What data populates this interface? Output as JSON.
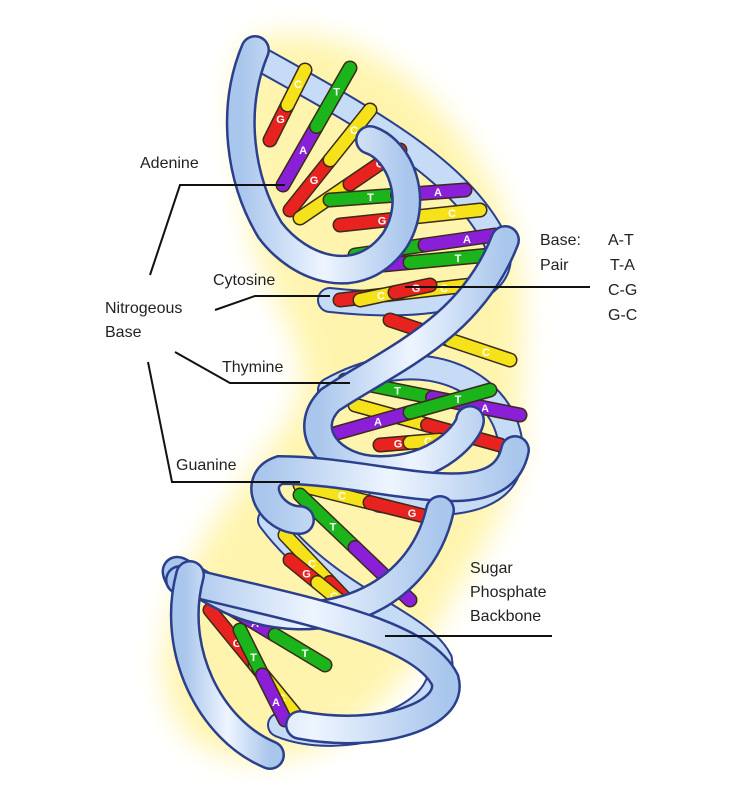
{
  "labels": {
    "adenine": "Adenine",
    "cytosine": "Cytosine",
    "nitrogenous_line1": "Nitrogeous",
    "nitrogenous_line2": "Base",
    "thymine": "Thymine",
    "guanine": "Guanine",
    "base_pair_line1": "Base:",
    "base_pair_line2": "Pair",
    "backbone_line1": "Sugar",
    "backbone_line2": "Phosphate",
    "backbone_line3": "Backbone"
  },
  "base_pairs": [
    "A-T",
    "T-A",
    "C-G",
    "G-C"
  ],
  "base_letters": {
    "adenine": "A",
    "thymine": "T",
    "cytosine": "C",
    "guanine": "G"
  },
  "colors": {
    "adenine": "#8b1fd8",
    "thymine": "#1bb51b",
    "cytosine": "#f5e21a",
    "guanine": "#e8231f",
    "backbone": "#cfe1f7",
    "backbone_outline": "#2b3f8c",
    "glow": "#fff3a0"
  },
  "rungs": [
    [
      "guanine",
      "cytosine"
    ],
    [
      "adenine",
      "thymine"
    ],
    [
      "guanine",
      "cytosine"
    ],
    [
      "cytosine",
      "guanine"
    ],
    [
      "thymine",
      "adenine"
    ],
    [
      "guanine",
      "cytosine"
    ],
    [
      "thymine",
      "adenine"
    ],
    [
      "adenine",
      "thymine"
    ],
    [
      "guanine",
      "cytosine"
    ],
    [
      "cytosine",
      "guanine"
    ],
    [
      "guanine",
      "cytosine"
    ],
    [
      "thymine",
      "adenine"
    ],
    [
      "cytosine",
      "guanine"
    ],
    [
      "guanine",
      "cytosine"
    ],
    [
      "adenine",
      "thymine"
    ],
    [
      "cytosine",
      "guanine"
    ],
    [
      "thymine",
      "adenine"
    ],
    [
      "cytosine",
      "guanine"
    ],
    [
      "guanine",
      "cytosine"
    ],
    [
      "adenine",
      "thymine"
    ],
    [
      "guanine",
      "cytosine"
    ],
    [
      "thymine",
      "adenine"
    ]
  ]
}
